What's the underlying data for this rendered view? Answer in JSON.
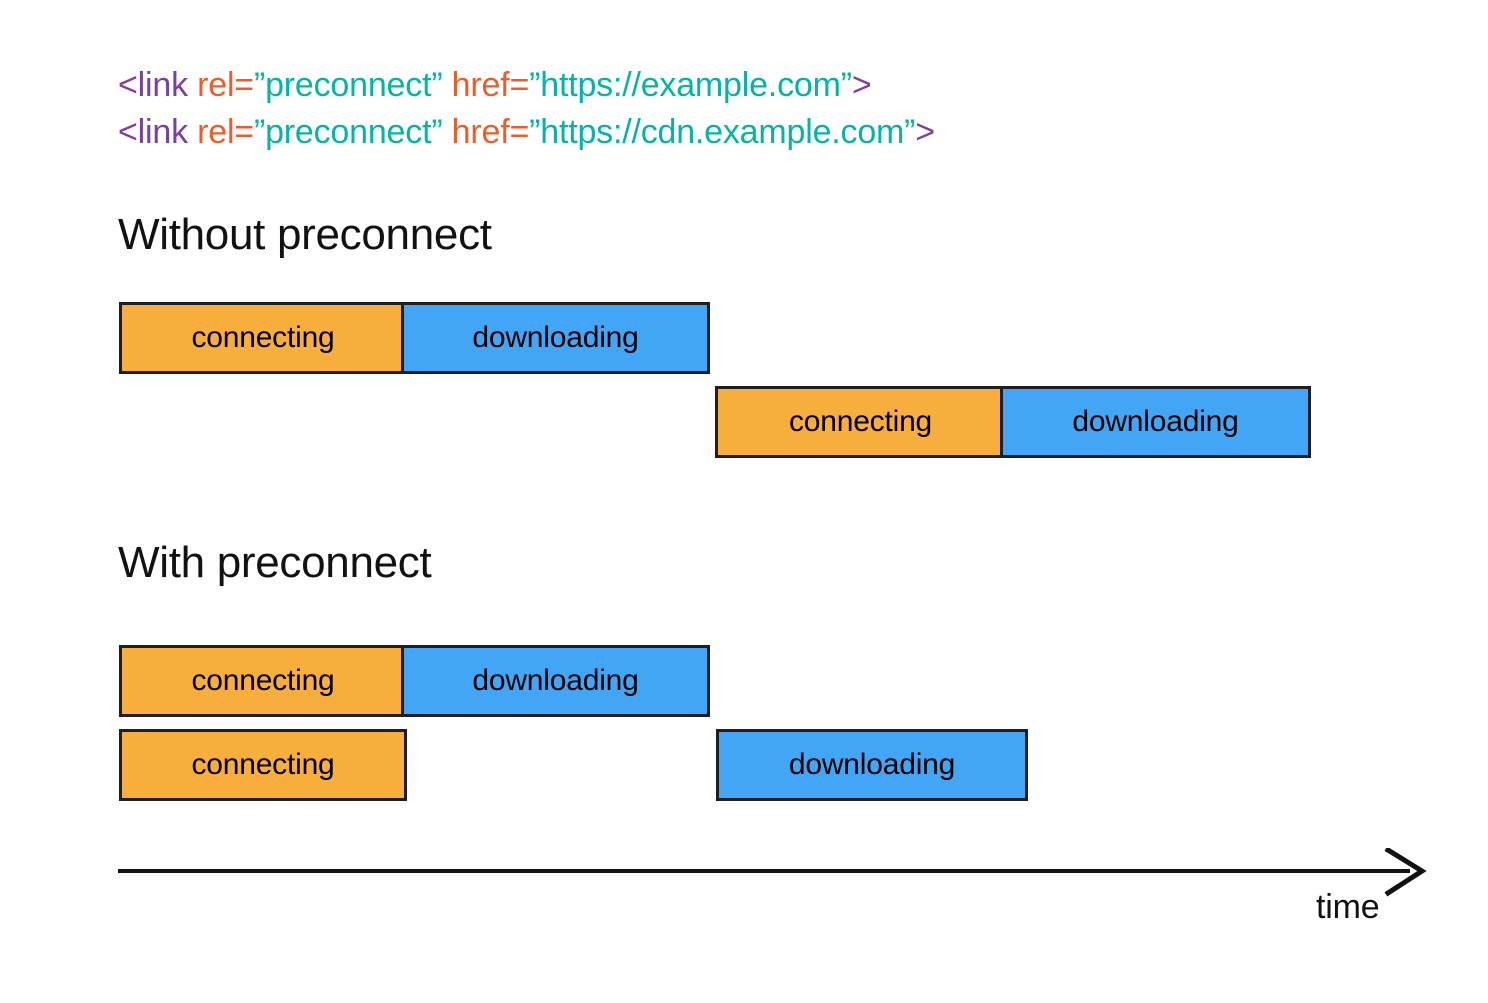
{
  "code": {
    "lines": [
      {
        "tag_open": "<link ",
        "attr1": "rel=",
        "value1": "”preconnect”",
        "attr2": " href=",
        "value2": "”https://example.com”",
        "tag_close": ">"
      },
      {
        "tag_open": "<link ",
        "attr1": "rel=",
        "value1": "”preconnect”",
        "attr2": " href=",
        "value2": "”https://cdn.example.com”",
        "tag_close": ">"
      }
    ]
  },
  "sections": [
    {
      "heading": "Without preconnect",
      "rows": [
        {
          "segments": [
            {
              "label": "connecting",
              "phase": "connecting"
            },
            {
              "label": "downloading",
              "phase": "downloading"
            }
          ]
        },
        {
          "segments": [
            {
              "label": "connecting",
              "phase": "connecting"
            },
            {
              "label": "downloading",
              "phase": "downloading"
            }
          ]
        }
      ]
    },
    {
      "heading": "With preconnect",
      "rows": [
        {
          "segments": [
            {
              "label": "connecting",
              "phase": "connecting"
            },
            {
              "label": "downloading",
              "phase": "downloading"
            }
          ]
        },
        {
          "segments": [
            {
              "label": "connecting",
              "phase": "connecting"
            },
            {
              "label": "downloading",
              "phase": "downloading"
            }
          ]
        }
      ]
    }
  ],
  "axis": {
    "label": "time",
    "icon": "arrow-right-icon"
  },
  "colors": {
    "connecting": "#F8AE3C",
    "downloading": "#42A5F5",
    "border": "#1E1E23",
    "code_tag": "#7B3FA0",
    "code_attr": "#EF5C28",
    "code_string": "#03B5A5",
    "text": "#121212",
    "background": "#FFFFFF"
  }
}
